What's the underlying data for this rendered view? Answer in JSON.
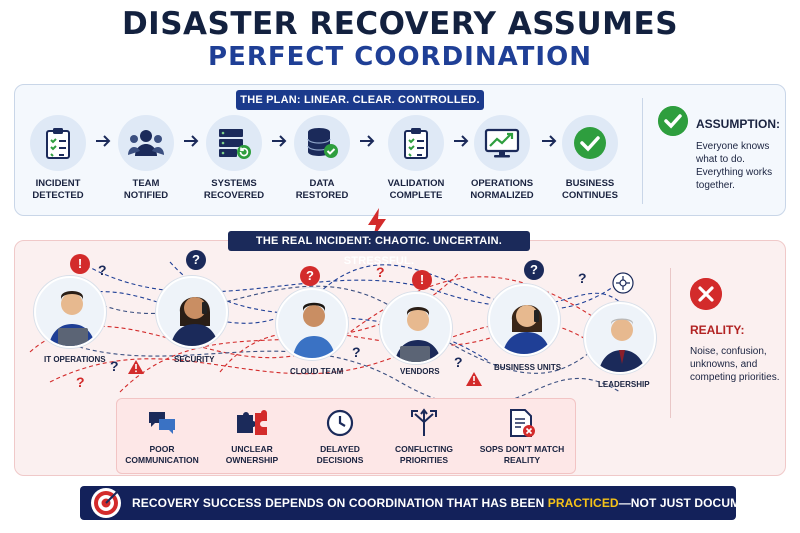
{
  "title": {
    "line1": "DISASTER RECOVERY ASSUMES",
    "line2": "PERFECT COORDINATION"
  },
  "plan": {
    "banner": "THE PLAN: LINEAR. CLEAR. CONTROLLED.",
    "steps": [
      {
        "label": "INCIDENT\nDETECTED",
        "icon": "clipboard-checklist-icon"
      },
      {
        "label": "TEAM\nNOTIFIED",
        "icon": "team-icon"
      },
      {
        "label": "SYSTEMS\nRECOVERED",
        "icon": "server-refresh-icon"
      },
      {
        "label": "DATA\nRESTORED",
        "icon": "database-check-icon"
      },
      {
        "label": "VALIDATION\nCOMPLETE",
        "icon": "clipboard-validation-icon"
      },
      {
        "label": "OPERATIONS\nNORMALIZED",
        "icon": "monitor-chart-icon"
      },
      {
        "label": "BUSINESS\nCONTINUES",
        "icon": "check-circle-icon"
      }
    ],
    "assumption_title": "ASSUMPTION:",
    "assumption_text": "Everyone knows what to do. Everything works together."
  },
  "reality": {
    "banner": "THE REAL INCIDENT: CHAOTIC. UNCERTAIN. STRESSFUL.",
    "people": [
      "IT OPERATIONS",
      "SECURITY",
      "CLOUD TEAM",
      "VENDORS",
      "BUSINESS UNITS",
      "LEADERSHIP"
    ],
    "issues": [
      {
        "label": "POOR\nCOMMUNICATION",
        "icon": "chat-bubbles-icon"
      },
      {
        "label": "UNCLEAR\nOWNERSHIP",
        "icon": "puzzle-icon"
      },
      {
        "label": "DELAYED\nDECISIONS",
        "icon": "clock-icon"
      },
      {
        "label": "CONFLICTING\nPRIORITIES",
        "icon": "diverging-arrows-icon"
      },
      {
        "label": "SOPs DON'T MATCH\nREALITY",
        "icon": "document-error-icon"
      }
    ],
    "reality_title": "REALITY:",
    "reality_text": "Noise, confusion, unknowns, and competing priorities."
  },
  "footer": {
    "before": "RECOVERY SUCCESS DEPENDS ON COORDINATION THAT HAS BEEN ",
    "highlight": "PRACTICED",
    "after": "—NOT JUST DOCUMENTED."
  },
  "colors": {
    "navy": "#13215a",
    "blue": "#1f3f96",
    "green": "#2e9e3e",
    "red": "#d32b2b",
    "gold": "#f5c218"
  }
}
